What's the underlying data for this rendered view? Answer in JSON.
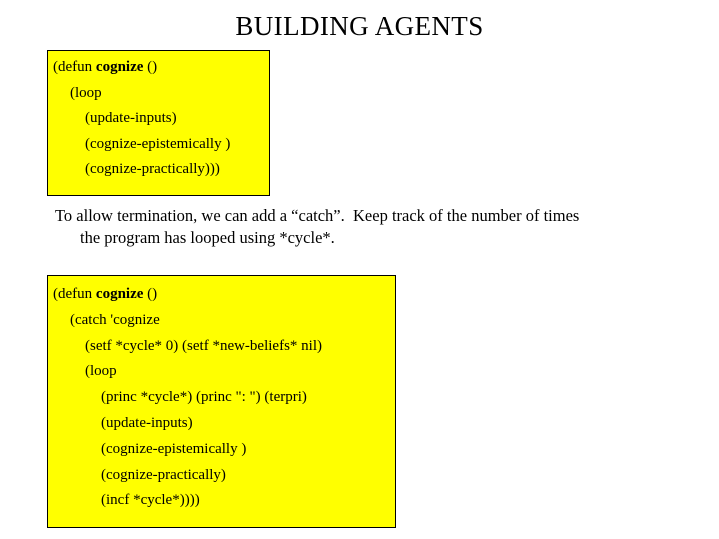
{
  "slide": {
    "title": "BUILDING AGENTS",
    "background_color": "#ffffff",
    "text_color": "#000000"
  },
  "code_box_1": {
    "fill_color": "#ffff00",
    "border_color": "#000000",
    "lines": [
      {
        "indent": 0,
        "pre": "(defun ",
        "bold": "cognize",
        "post": " ()"
      },
      {
        "indent": 1,
        "pre": "(loop",
        "bold": "",
        "post": ""
      },
      {
        "indent": 2,
        "pre": "(update-inputs)",
        "bold": "",
        "post": ""
      },
      {
        "indent": 2,
        "pre": "(cognize-epistemically )",
        "bold": "",
        "post": ""
      },
      {
        "indent": 2,
        "pre": "(cognize-practically)))",
        "bold": "",
        "post": ""
      }
    ]
  },
  "paragraph": {
    "line_1": "To allow termination, we can add a “catch”.  Keep track of the number of times",
    "line_2": "the program has looped using *cycle*."
  },
  "code_box_2": {
    "fill_color": "#ffff00",
    "border_color": "#000000",
    "lines": [
      {
        "indent": 0,
        "pre": "(defun ",
        "bold": "cognize",
        "post": " ()"
      },
      {
        "indent": 1,
        "pre": "(catch 'cognize",
        "bold": "",
        "post": ""
      },
      {
        "indent": 2,
        "pre": "(setf *cycle* 0) (setf *new-beliefs* nil)",
        "bold": "",
        "post": ""
      },
      {
        "indent": 2,
        "pre": "(loop",
        "bold": "",
        "post": ""
      },
      {
        "indent": 3,
        "pre": "(princ *cycle*) (princ \": \") (terpri)",
        "bold": "",
        "post": ""
      },
      {
        "indent": 3,
        "pre": "(update-inputs)",
        "bold": "",
        "post": ""
      },
      {
        "indent": 3,
        "pre": "(cognize-epistemically )",
        "bold": "",
        "post": ""
      },
      {
        "indent": 3,
        "pre": "(cognize-practically)",
        "bold": "",
        "post": ""
      },
      {
        "indent": 3,
        "pre": "(incf *cycle*))))",
        "bold": "",
        "post": ""
      }
    ]
  }
}
